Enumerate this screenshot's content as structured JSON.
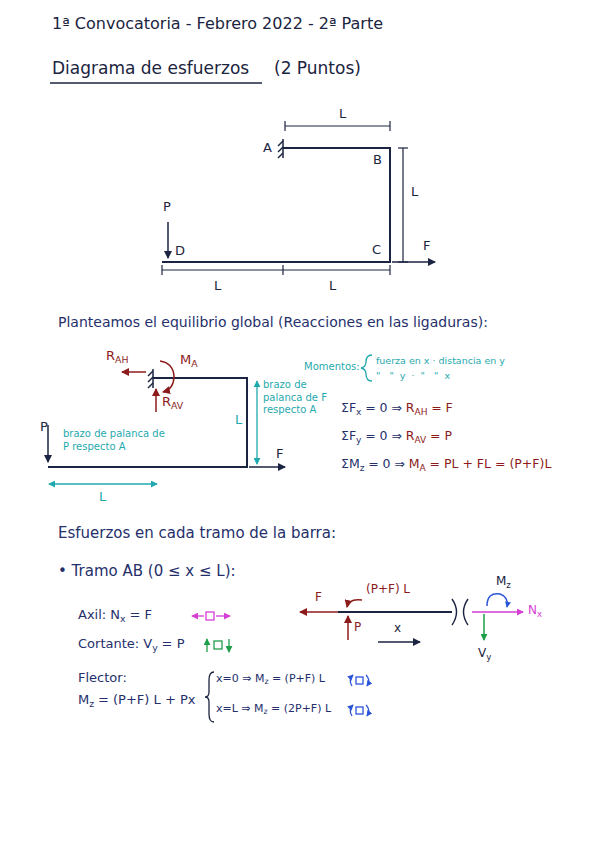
{
  "diagram": {
    "title": "1ª Convocatoria - Febrero 2022 - 2ª Parte",
    "labels": [
      "Diagrama de esfuerzos",
      "(2 Puntos)",
      "A",
      "B",
      "L",
      "L",
      "C",
      "F",
      "P",
      "D",
      "L",
      "L",
      "Planteamos el equilibrio global (Reacciones en las ligaduras):",
      "R",
      "AH",
      "M",
      "A",
      "R",
      "AV",
      "brazo de palanca de F respecto A",
      "L",
      "P",
      "brazo de palanca de P respecto A",
      "L",
      "F",
      "Momentos:",
      "fuerza en x · distancia en y",
      "\"   \"  y  ·  \"   \"  x",
      "ΣF",
      "x",
      "= 0 ⇒",
      "R",
      "AH",
      "= F",
      "ΣF",
      "y",
      "= 0 ⇒",
      "R",
      "AV",
      "= P",
      "ΣM",
      "z",
      "= 0 ⇒",
      "M",
      "A",
      "= PL + FL = (P+F)L",
      "Esfuerzos en cada tramo de la barra:",
      "• Tramo AB (0 ≤ x ≤ L):",
      "Axil: N",
      "x",
      "= F",
      "Cortante: V",
      "y",
      "= P",
      "Flector:",
      "M",
      "z",
      "= (P+F) L + Px",
      "x=0 ⇒ M",
      "z",
      "= (P+F) L",
      "x=L ⇒ M",
      "z",
      "= (2P+F) L",
      "F",
      "(P+F) L",
      "P",
      "x",
      "M",
      "z",
      "N",
      "x",
      "V",
      "y"
    ]
  }
}
